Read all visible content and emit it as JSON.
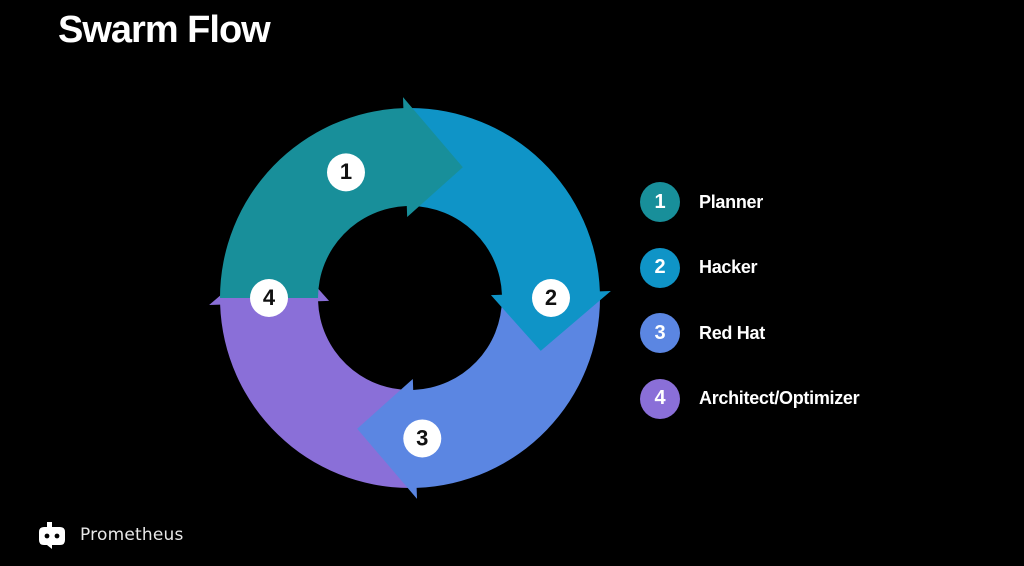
{
  "title": "Swarm Flow",
  "steps": [
    {
      "number": "1",
      "label": "Planner",
      "color": "#188f9a"
    },
    {
      "number": "2",
      "label": "Hacker",
      "color": "#0f94c7"
    },
    {
      "number": "3",
      "label": "Red Hat",
      "color": "#5b86e2"
    },
    {
      "number": "4",
      "label": "Architect/Optimizer",
      "color": "#8a6fd8"
    }
  ],
  "footer": {
    "brand": "Prometheus",
    "icon": "prometheus-logo-icon"
  }
}
